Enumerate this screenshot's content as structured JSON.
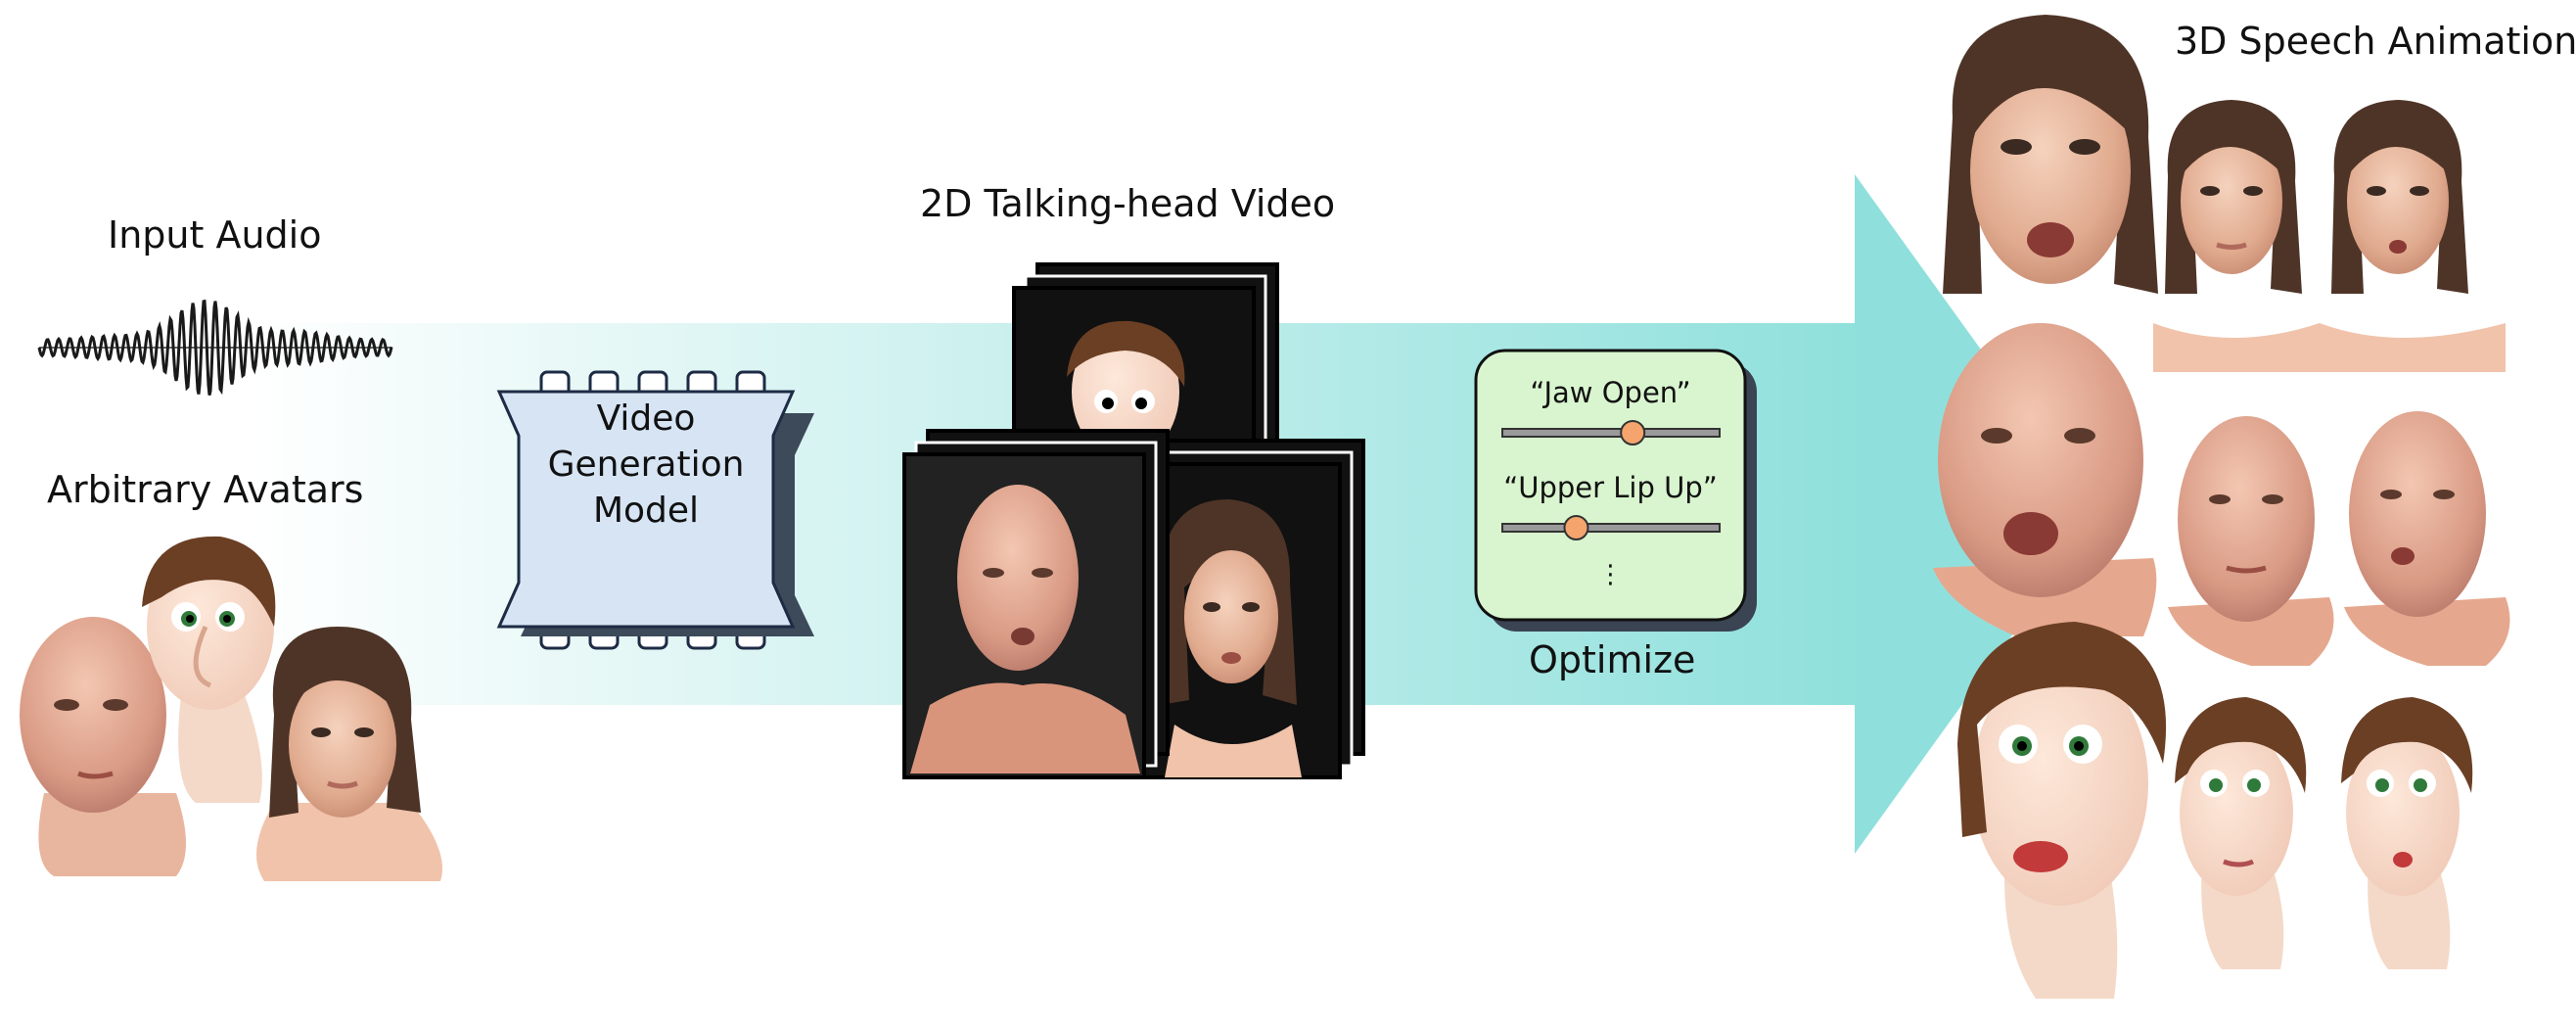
{
  "figure": {
    "labels": {
      "input_audio": "Input Audio",
      "arbitrary_avatars": "Arbitrary Avatars",
      "video_model_line1": "Video",
      "video_model_line2": "Generation",
      "video_model_line3": "Model",
      "talking_head_video": "2D Talking-head Video",
      "optimize": "Optimize",
      "speech_animation": "3D Speech Animation"
    },
    "blendshape_panel": {
      "sliders": [
        {
          "label": "“Jaw Open”",
          "value": 0.6
        },
        {
          "label": "“Upper Lip Up”",
          "value": 0.34
        }
      ],
      "more": "⋮"
    },
    "colors": {
      "arrow_start": "#f6fdfd",
      "arrow_end": "#8fe0dc",
      "vg_box": "#d6e4f4",
      "panel_fill": "#d9f5cf",
      "slider_knob": "#f5a46e"
    }
  }
}
